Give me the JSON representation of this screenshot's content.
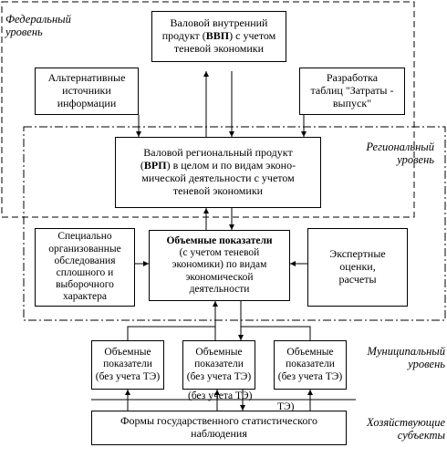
{
  "levels": {
    "federal": "Федеральный\nуровень",
    "regional": "Региональный\nуровень",
    "municipal": "Муниципальный\nуровень",
    "economic": "Хозяйствующие\nсубъекты"
  },
  "boxes": {
    "gdp": {
      "pre": "Валовой внутренний\nпродукт (",
      "bold": "ВВП",
      "post": ") с учетом\nтеневой экономики"
    },
    "alt_sources": "Альтернативные\nисточники\nинформации",
    "io_tables": "Разработка\nтаблиц \"Затраты -\nвыпуск\"",
    "grp": {
      "pre": "Валовой региональный продукт\n(",
      "bold": "ВРП",
      "post": ") в целом и по видам эконо-\nмической деятельности с учетом\nтеневой экономики"
    },
    "special_surveys": "Специально\nорганизованные\nобследования\nсплошного и\nвыборочного\nхарактера",
    "volume": {
      "bold": "Объемные показатели",
      "post": "\n(с учетом теневой\nэкономики) по видам\nэкономической\nдеятельности"
    },
    "expert": "Экспертные\nоценки,\nрасчеты",
    "muni": [
      "Объемные\nпоказатели\n(без учета ТЭ)",
      "Объемные\nпоказатели\n(без учета ТЭ)",
      "Объемные\nпоказатели\n(без учета ТЭ)"
    ],
    "stat_forms": "Формы государственного статистического\nнаблюдения"
  },
  "overlap_labels": [
    "(без учета\nТЭ)",
    "ТЭ)"
  ]
}
